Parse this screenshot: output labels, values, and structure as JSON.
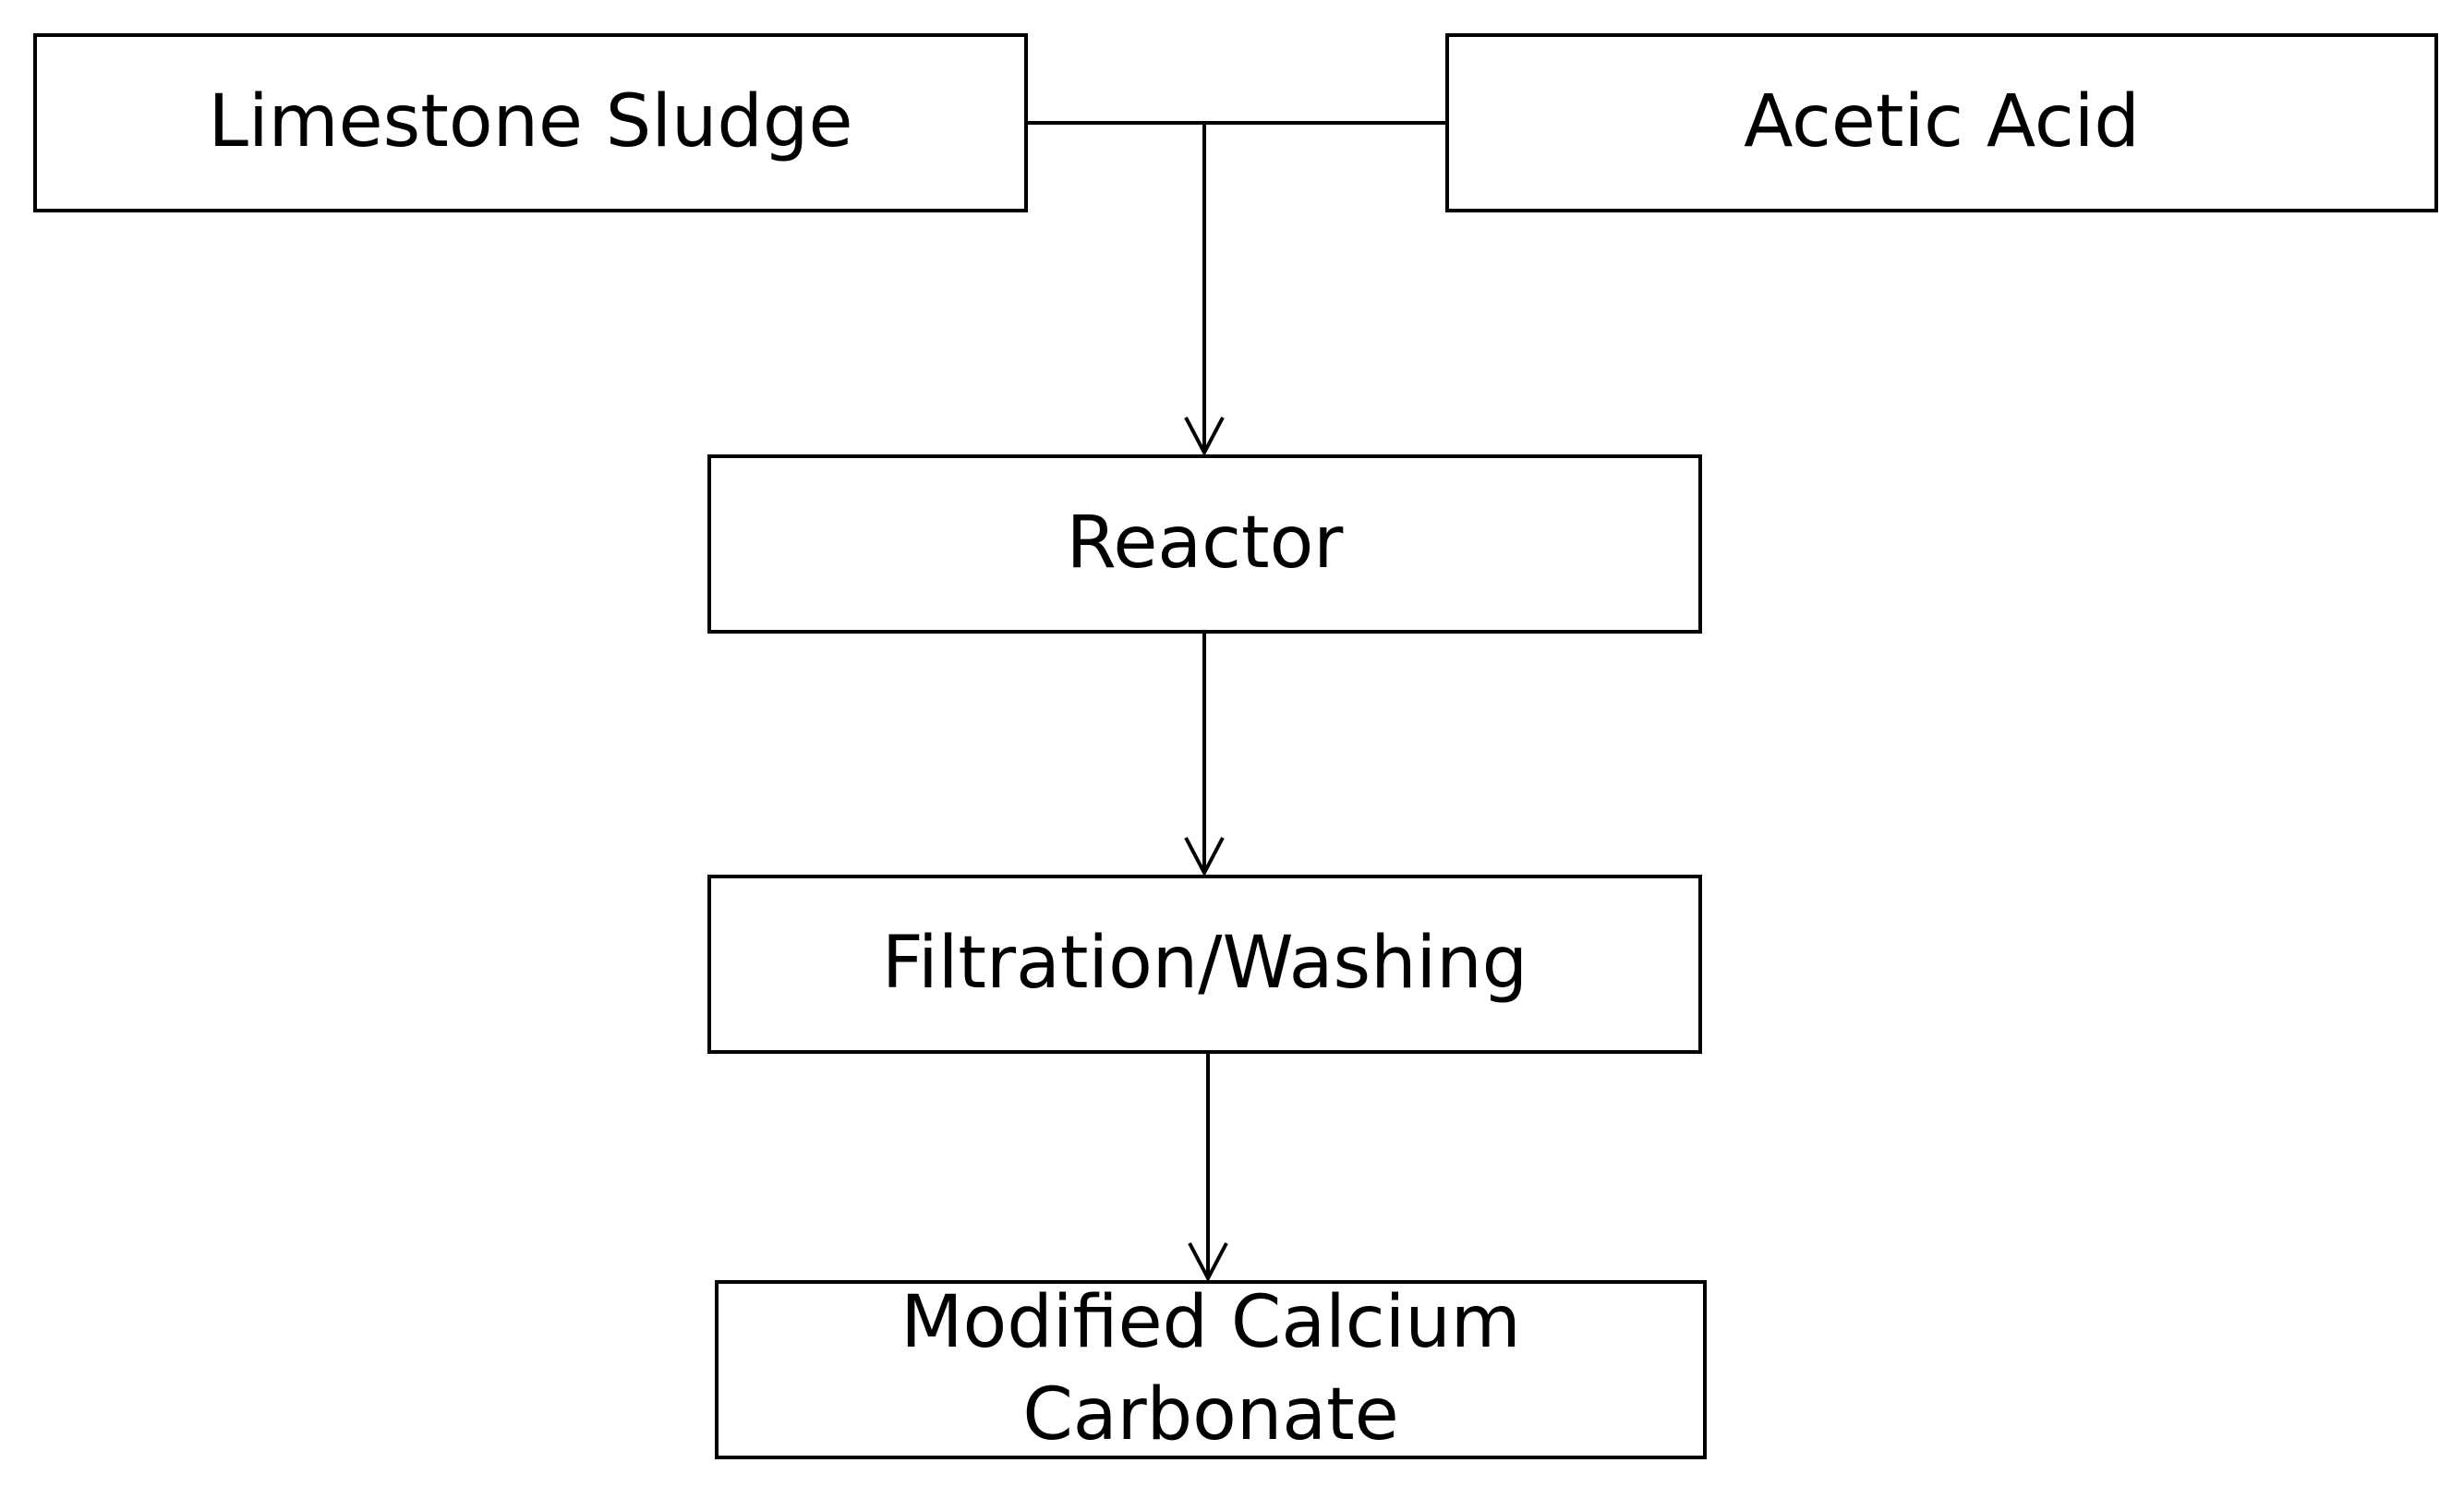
{
  "diagram": {
    "nodes": {
      "limestone_sludge": "Limestone Sludge",
      "acetic_acid": "Acetic Acid",
      "reactor": "Reactor",
      "filtration_washing": "Filtration/Washing",
      "modified_calcium_carbonate": "Modified Calcium\nCarbonate"
    },
    "edges": [
      {
        "from": "limestone_sludge",
        "to": "reactor"
      },
      {
        "from": "acetic_acid",
        "to": "reactor"
      },
      {
        "from": "reactor",
        "to": "filtration_washing"
      },
      {
        "from": "filtration_washing",
        "to": "modified_calcium_carbonate"
      }
    ],
    "colors": {
      "stroke": "#000000",
      "background": "#ffffff"
    }
  }
}
